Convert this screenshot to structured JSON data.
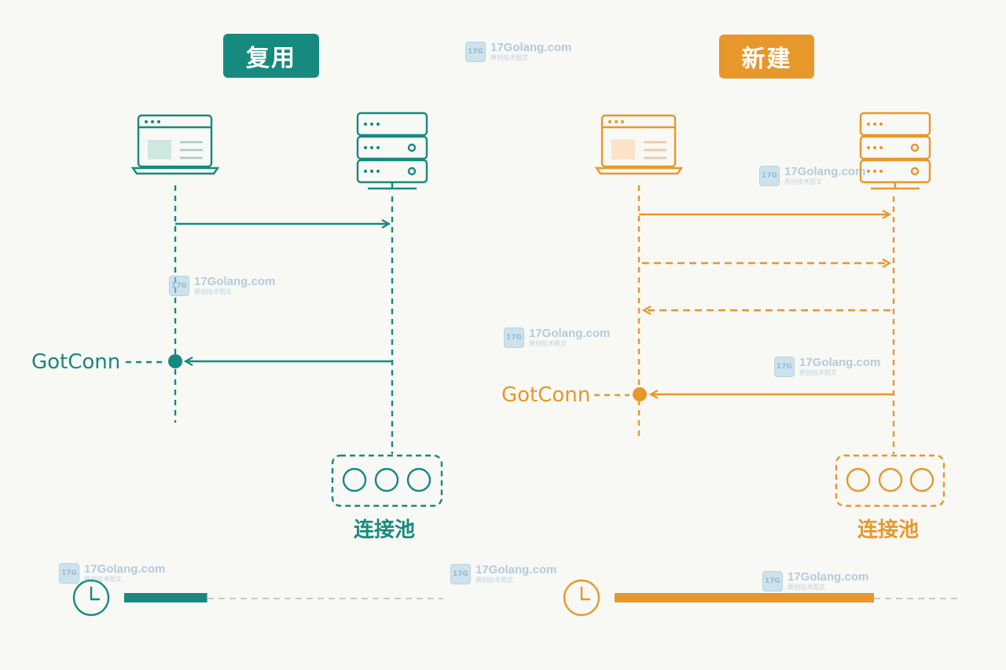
{
  "panels": {
    "reuse": {
      "title": "复用",
      "got_conn": "GotConn",
      "pool": "连接池",
      "color": "#168a7e",
      "fill_light": "#cfe7e2",
      "time_bar_fraction": 0.26
    },
    "new": {
      "title": "新建",
      "got_conn": "GotConn",
      "pool": "连接池",
      "color": "#e8972a",
      "fill_light": "#fae3c9",
      "time_bar_fraction": 0.75
    }
  },
  "watermark": {
    "logo": "17G",
    "name": "17Golang.com",
    "sub": "原创技术图文",
    "color": "#7aa9c4"
  },
  "colors": {
    "background": "#f8f8f5",
    "timeline_track": "#c8c8c8"
  },
  "icons": [
    "laptop-icon",
    "server-rack-icon",
    "clock-icon"
  ]
}
